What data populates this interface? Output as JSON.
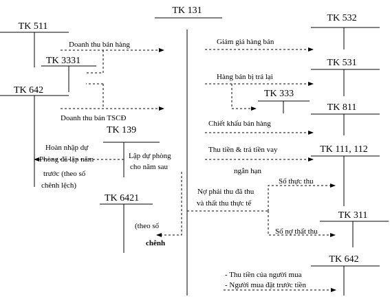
{
  "accounts": {
    "tk131": "TK 131",
    "tk511": "TK 511",
    "tk3331": "TK 3331",
    "tk642_left": "TK 642",
    "tk139": "TK 139",
    "tk6421": "TK 6421",
    "tk532": "TK 532",
    "tk531": "TK 531",
    "tk333": "TK 333",
    "tk811": "TK 811",
    "tk111_112": "TK 111, 112",
    "tk311": "TK 311",
    "tk642_right": "TK 642"
  },
  "labels": {
    "doanh_thu_ban_hang": "Doanh thu bán hàng",
    "doanh_thu_ban_tscd": "Doanh thu bán TSCĐ",
    "hoan_nhap_1": "Hoàn nhập dự",
    "hoan_nhap_2": "Phòng đã lập năm",
    "hoan_nhap_3": "trước (theo số",
    "hoan_nhap_4": "chênh lệch)",
    "lap_du_phong_1": "Lập dự phòng",
    "lap_du_phong_2": "cho năm sau",
    "theo_so": "(theo số",
    "chenh": "chênh",
    "giam_gia": "Giảm giá hàng bán",
    "hang_ban_tra_lai": "Hàng bán bị trả lại",
    "chiet_khau": "Chiết khấu bán hàng",
    "thu_tien_tra_vay": "Thu tiền & trả tiền vay",
    "ngan_han": "ngắn hạn",
    "no_phai_thu_1": "Nợ phải thu đã thu",
    "no_phai_thu_2": "và thất thu thực tế",
    "so_thuc_thu": "Số thực thu",
    "so_no_that_thu": "Số nợ thất thu",
    "thu_tien_nguoi_mua": "-  Thu tiền của người mua",
    "nguoi_mua_tra_truoc": "-  Người mua đặt trước tiền"
  }
}
